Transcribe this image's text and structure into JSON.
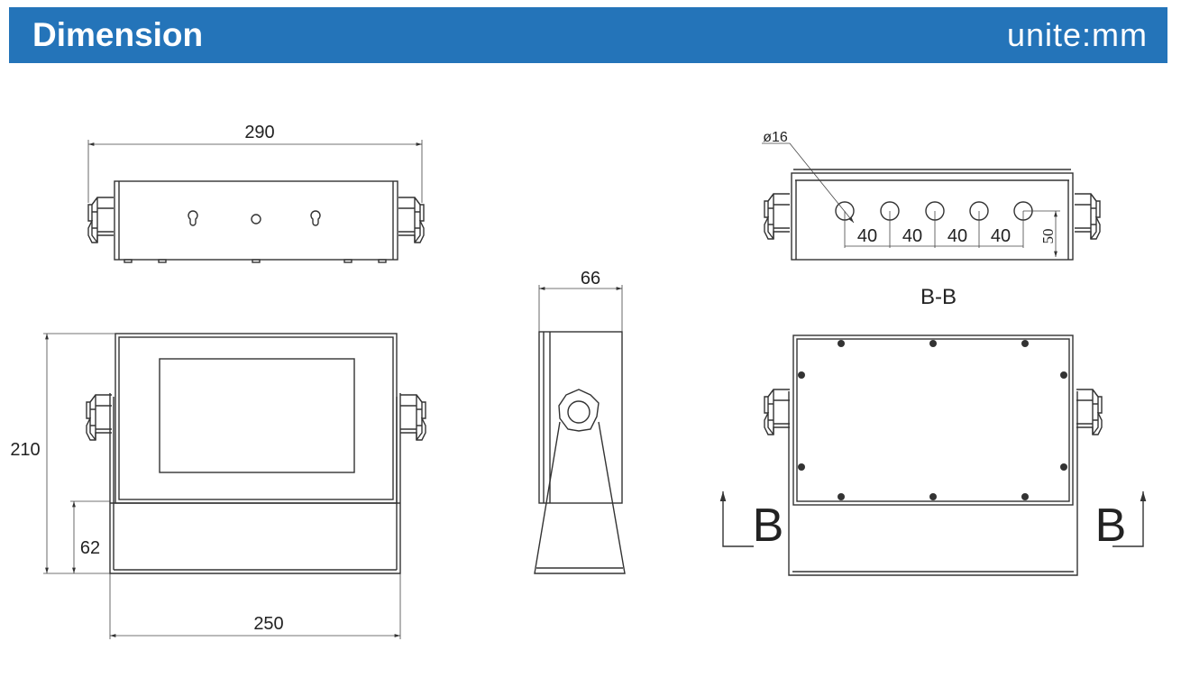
{
  "header": {
    "title": "Dimension",
    "unit": "unite:mm",
    "color": "#2474b9"
  },
  "top_view": {
    "width": "290"
  },
  "front_view": {
    "height": "210",
    "base_height": "62",
    "base_width": "250"
  },
  "side_view": {
    "depth": "66"
  },
  "bottom_view": {
    "hole_diameter": "ø16",
    "spacings": [
      "40",
      "40",
      "40",
      "40"
    ],
    "hole_height": "50",
    "section_label": "B-B"
  },
  "back_view": {
    "section_left": "B",
    "section_right": "B"
  }
}
